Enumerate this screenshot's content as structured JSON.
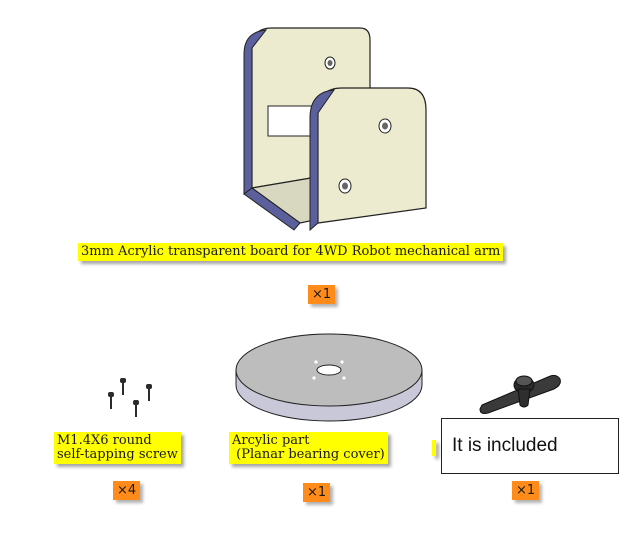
{
  "bracket": {
    "caption": "3mm Acrylic transparent board for 4WD Robot mechanical arm",
    "quantity": "×1"
  },
  "screws": {
    "caption": "M1.4X6 round\nself-tapping screw",
    "quantity": "×4"
  },
  "cover": {
    "caption": "Arcylic part\n (Planar bearing cover)",
    "quantity": "×1"
  },
  "servo_horn": {
    "quantity": "×1"
  },
  "note": {
    "text": "It is included"
  },
  "colors": {
    "label_bg": "#ffff00",
    "qty_bg": "#ff8c1a",
    "acrylic_face": "#ecebd0",
    "acrylic_edge": "#5b5f9c"
  }
}
